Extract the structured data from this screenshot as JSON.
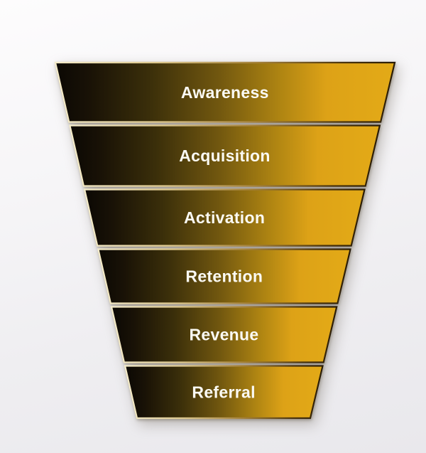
{
  "diagram": {
    "type": "funnel",
    "stages": [
      {
        "label": "Awareness"
      },
      {
        "label": "Acquisition"
      },
      {
        "label": "Activation"
      },
      {
        "label": "Retention"
      },
      {
        "label": "Revenue"
      },
      {
        "label": "Referral"
      }
    ],
    "label_color": "#fbfaf4",
    "label_font_size": 23,
    "fill_gradient_stops": [
      [
        "0%",
        "#0b0804"
      ],
      [
        "10%",
        "#191206"
      ],
      [
        "28%",
        "#3b2f0a"
      ],
      [
        "48%",
        "#71570f"
      ],
      [
        "66%",
        "#ae8412"
      ],
      [
        "80%",
        "#dda217"
      ],
      [
        "100%",
        "#e3aa17"
      ]
    ],
    "edge_gradient_stops": [
      [
        "0%",
        "#f5ecca"
      ],
      [
        "30%",
        "#ddc88e"
      ],
      [
        "60%",
        "#a3803a"
      ],
      [
        "85%",
        "#4a340e"
      ],
      [
        "100%",
        "#2a1c06"
      ]
    ],
    "background_top": "#fdfcfd",
    "background_bottom": "#e9e8ec"
  }
}
